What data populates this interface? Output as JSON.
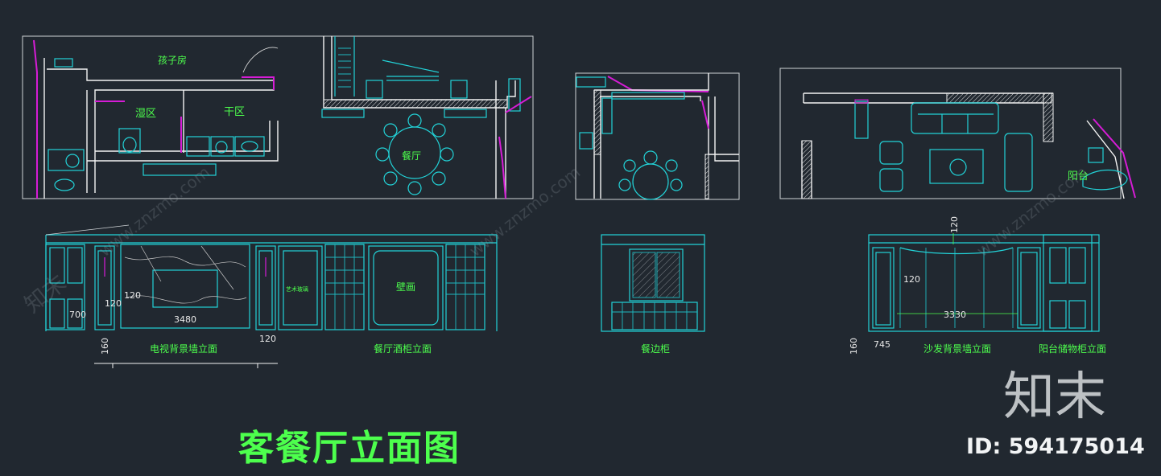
{
  "drawing": {
    "title": "客餐厅立面图",
    "plan_labels": {
      "kids_room": "孩子房",
      "wet_zone": "湿区",
      "dry_zone": "干区",
      "dining_hall": "餐厅",
      "balcony": "阳台"
    },
    "elevations": [
      {
        "id": "tv_wall",
        "caption": "电视背景墙立面"
      },
      {
        "id": "wine_cabinet",
        "caption": "餐厅酒柜立面"
      },
      {
        "id": "sideboard",
        "caption": "餐边柜"
      },
      {
        "id": "sofa_wall",
        "caption": "沙发背景墙立面"
      },
      {
        "id": "balcony_cabinet",
        "caption": "阳台储物柜立面"
      }
    ],
    "panel_labels": {
      "mural": "壁画",
      "art_glass": "艺术玻璃"
    },
    "dimensions": {
      "tv_width": "3480",
      "tv_side_a": "120",
      "tv_side_b": "120",
      "tv_side_c": "120",
      "tv_height": "700",
      "tv_base": "160",
      "sofa_top": "120",
      "sofa_side": "120",
      "sofa_width": "3330",
      "sofa_base": "160",
      "sofa_offset": "745"
    }
  },
  "watermark": {
    "site": "www.znzmo.com",
    "logo": "知末",
    "id_text": "ID: 594175014"
  },
  "colors": {
    "background": "#212830",
    "label_green": "#4dff4d",
    "line_cyan": "#22d3d8",
    "line_magenta": "#d61cd6",
    "line_white": "#f4f4f4"
  }
}
